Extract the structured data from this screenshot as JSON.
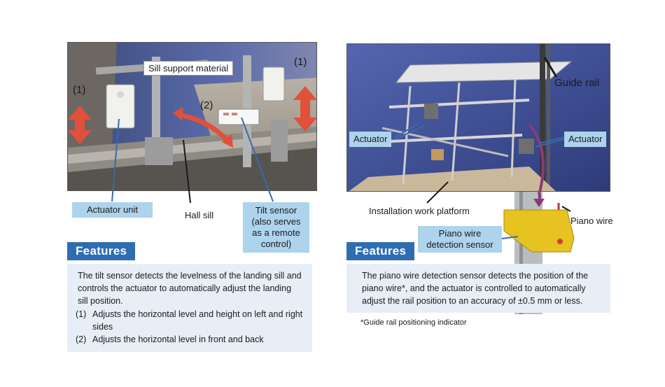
{
  "left": {
    "labels": {
      "sill_support": "Sill support material",
      "num1_left": "(1)",
      "num1_right": "(1)",
      "num2": "(2)",
      "actuator_unit": "Actuator unit",
      "hall_sill": "Hall sill",
      "tilt_sensor": "Tilt sensor (also serves as a remote control)"
    },
    "features": {
      "tag": "Features",
      "text": "The tilt sensor detects the levelness of the landing sill and controls the actuator to automatically adjust the landing sill position.",
      "items": [
        {
          "num": "(1)",
          "text": "Adjusts the horizontal level and height on left and right sides"
        },
        {
          "num": "(2)",
          "text": "Adjusts the horizontal level in front and back"
        }
      ]
    }
  },
  "right": {
    "labels": {
      "guide_rail": "Guide rail",
      "actuator_left": "Actuator",
      "actuator_right": "Actuator",
      "platform": "Installation work platform",
      "piano_wire": "Piano wire",
      "piano_sensor": "Piano wire detection sensor"
    },
    "features": {
      "tag": "Features",
      "text": "The piano wire detection sensor detects the position of the piano wire*, and the actuator is controlled to automatically adjust the rail position to an accuracy of ±0.5 mm or less."
    },
    "note": "*Guide rail positioning indicator"
  },
  "colors": {
    "callout_bg": "#aed3ec",
    "feature_tag": "#2e6eb0",
    "feature_box": "#e7eef8",
    "arrow_red": "#e0503a",
    "arc_purple": "#8a3a78",
    "sensor_yellow": "#e6c320"
  }
}
